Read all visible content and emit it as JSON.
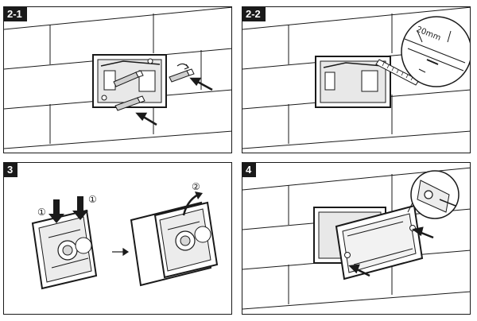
{
  "panels": [
    {
      "id": "2-1",
      "label": "2-1"
    },
    {
      "id": "2-2",
      "label": "2-2",
      "measurement": "20mm"
    },
    {
      "id": "3",
      "label": "3",
      "step_markers": [
        "①",
        "①",
        "②"
      ]
    },
    {
      "id": "4",
      "label": "4"
    }
  ],
  "colors": {
    "line": "#1a1a1a",
    "background": "#ffffff",
    "tag_background": "#1a1a1a",
    "tag_text": "#ffffff"
  }
}
